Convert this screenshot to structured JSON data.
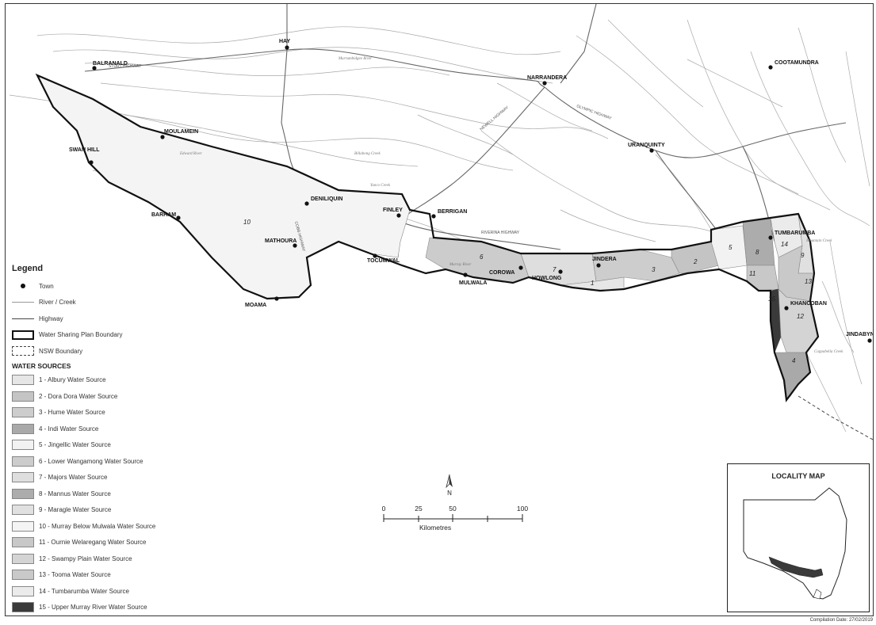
{
  "towns": [
    {
      "name": "BALRANALD"
    },
    {
      "name": "HAY"
    },
    {
      "name": "NARRANDERA"
    },
    {
      "name": "COOTAMUNDRA"
    },
    {
      "name": "MOULAMEIN"
    },
    {
      "name": "URANQUINTY"
    },
    {
      "name": "SWAN HILL"
    },
    {
      "name": "DENILIQUIN"
    },
    {
      "name": "FINLEY"
    },
    {
      "name": "BERRIGAN"
    },
    {
      "name": "BARHAM"
    },
    {
      "name": "MATHOURA"
    },
    {
      "name": "TOCUMWAL"
    },
    {
      "name": "COROWA"
    },
    {
      "name": "MULWALA"
    },
    {
      "name": "HOWLONG"
    },
    {
      "name": "JINDERA"
    },
    {
      "name": "TUMBARUMBA"
    },
    {
      "name": "KHANCOBAN"
    },
    {
      "name": "JINDABYNE"
    },
    {
      "name": "MOAMA"
    }
  ],
  "zone_numbers": [
    "10",
    "6",
    "7",
    "1",
    "3",
    "2",
    "5",
    "8",
    "14",
    "9",
    "11",
    "13",
    "15",
    "12",
    "4"
  ],
  "map_text": {
    "highways": [
      "STURT HIGHWAY",
      "COBB HIGHWAY",
      "NEWELL HIGHWAY",
      "RIVERINA HIGHWAY",
      "OLYMPIC HIGHWAY"
    ],
    "rivers": [
      "Murrumbidgee River",
      "Edward River",
      "Billabong Creek",
      "Yanco Creek",
      "Murray River",
      "Mountain Creek",
      "Coppabella Creek"
    ]
  },
  "legend": {
    "title": "Legend",
    "items": [
      {
        "label": "Town"
      },
      {
        "label": "River / Creek"
      },
      {
        "label": "Highway"
      },
      {
        "label": "Water Sharing Plan Boundary"
      },
      {
        "label": "NSW Boundary"
      }
    ],
    "water_sources_title": "WATER SOURCES",
    "water_sources": [
      {
        "label": "1 - Albury Water Source",
        "color": "#e6e6e6"
      },
      {
        "label": "2 - Dora Dora Water Source",
        "color": "#c4c4c4"
      },
      {
        "label": "3 - Hume Water Source",
        "color": "#cdcdcd"
      },
      {
        "label": "4 - Indi Water Source",
        "color": "#a9a9a9"
      },
      {
        "label": "5 - Jingellic Water Source",
        "color": "#f2f2f2"
      },
      {
        "label": "6 - Lower Wangamong Water Source",
        "color": "#cccccc"
      },
      {
        "label": "7 - Majors Water Source",
        "color": "#dedede"
      },
      {
        "label": "8 - Mannus Water Source",
        "color": "#acacac"
      },
      {
        "label": "9 - Maragle Water Source",
        "color": "#e0e0e0"
      },
      {
        "label": "10 - Murray Below Mulwala Water Source",
        "color": "#f4f4f4"
      },
      {
        "label": "11 - Ournie Welaregang Water Source",
        "color": "#c8c8c8"
      },
      {
        "label": "12 - Swampy Plain Water Source",
        "color": "#d4d4d4"
      },
      {
        "label": "13 - Tooma Water Source",
        "color": "#c9c9c9"
      },
      {
        "label": "14 - Tumbarumba Water Source",
        "color": "#ebebeb"
      },
      {
        "label": "15 - Upper Murray River Water Source",
        "color": "#3a3a3a"
      }
    ]
  },
  "scale_bar": {
    "ticks": [
      "0",
      "25",
      "50",
      "100"
    ],
    "unit": "Kilometres",
    "north": "N"
  },
  "locality_map": {
    "title": "LOCALITY MAP"
  },
  "compilation_date": "Compilation Date: 27/02/2019",
  "colors": {
    "frame": "#333333",
    "boundary": "#111111",
    "river": "#a8a8a8",
    "highway": "#666666"
  }
}
